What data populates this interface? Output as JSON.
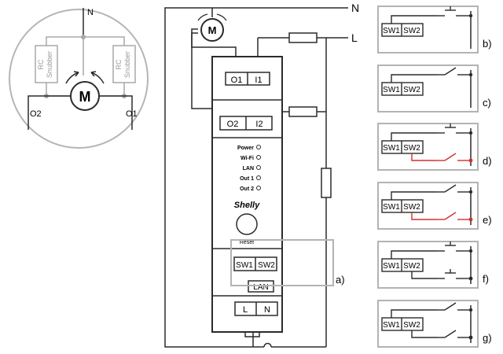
{
  "inset": {
    "neutral": "N",
    "rc1": [
      "RC",
      "Snubber"
    ],
    "rc2": [
      "RC",
      "Snubber"
    ],
    "motor": "M",
    "o2": "O2",
    "o1": "O1"
  },
  "main": {
    "n": "N",
    "l": "L",
    "motor": "M",
    "t_o1": "O1",
    "t_i1": "I1",
    "t_o2": "O2",
    "t_i2": "I2",
    "status": [
      "Power",
      "Wi-Fi",
      "LAN",
      "Out 1",
      "Out 2"
    ],
    "brand": "Shelly",
    "reset": "Reset",
    "sw1": "SW1",
    "sw2": "SW2",
    "lan": "LAN",
    "t_l": "L",
    "t_n": "N",
    "callout": "a)"
  },
  "variants": [
    {
      "letter": "b)",
      "sw1": "SW1",
      "sw2": "SW2"
    },
    {
      "letter": "c)",
      "sw1": "SW1",
      "sw2": "SW2"
    },
    {
      "letter": "d)",
      "sw1": "SW1",
      "sw2": "SW2"
    },
    {
      "letter": "e)",
      "sw1": "SW1",
      "sw2": "SW2"
    },
    {
      "letter": "f)",
      "sw1": "SW1",
      "sw2": "SW2"
    },
    {
      "letter": "g)",
      "sw1": "SW1",
      "sw2": "SW2"
    }
  ],
  "colors": {
    "line": "#2b2b2b",
    "gray": "#a8a8a8",
    "red": "#d32f2f"
  }
}
